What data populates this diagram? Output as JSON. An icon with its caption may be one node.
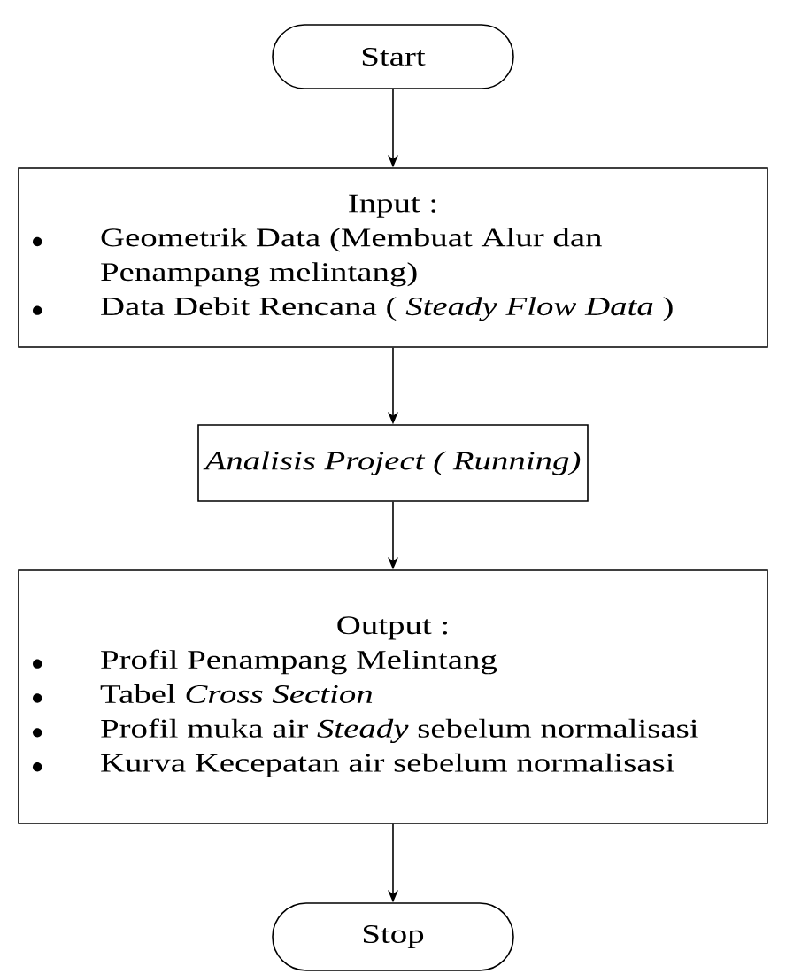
{
  "diagram": {
    "nodes": [
      {
        "text": [
          "Start"
        ]
      },
      {
        "text": [
          "Input :",
          "Geometrik Data (Membuat Alur dan Penampang melintang)",
          "Data Debit Rencana ( *Steady Flow Data* )"
        ]
      },
      {
        "text": [
          "Analisis Project ( Running)"
        ]
      },
      {
        "text": [
          "Output :",
          "Profil Penampang Melintang",
          "Tabel *Cross Section*",
          "Profil muka air *Steady* sebelum normalisasi",
          "Kurva Kecepatan air sebelum normalisasi"
        ]
      },
      {
        "text": [
          "Stop"
        ]
      }
    ],
    "edges": [
      {
        "from": 0,
        "to": 1,
        "arrow": "to"
      },
      {
        "from": 1,
        "to": 2,
        "arrow": "to"
      },
      {
        "from": 2,
        "to": 3,
        "arrow": "to"
      },
      {
        "from": 3,
        "to": 4,
        "arrow": "to"
      }
    ]
  }
}
